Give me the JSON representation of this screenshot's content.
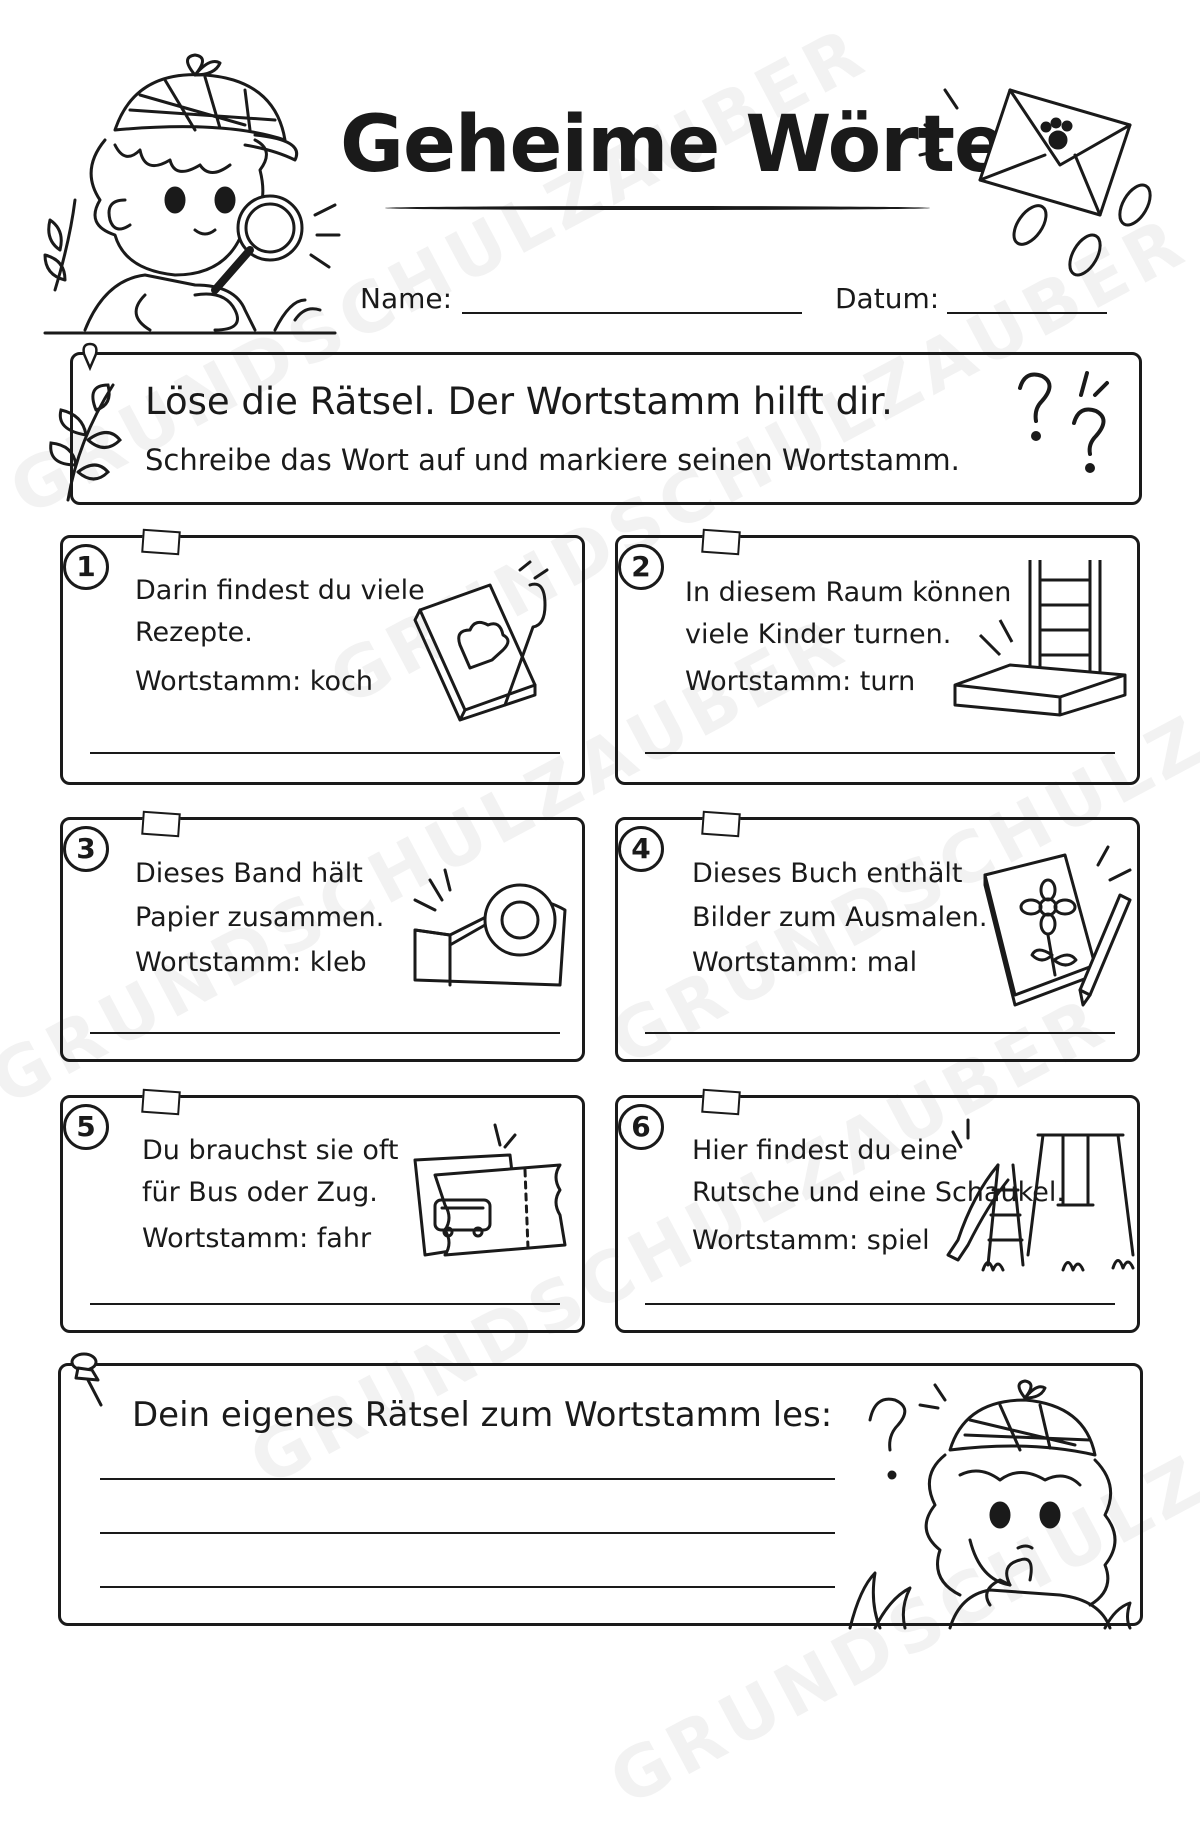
{
  "header": {
    "title": "Geheime Wörter",
    "name_label": "Name:",
    "date_label": "Datum:"
  },
  "instructions": {
    "line1": "Löse die Rätsel. Der Wortstamm hilft dir.",
    "line2": "Schreibe das Wort auf und markiere seinen Wortstamm."
  },
  "riddles": [
    {
      "number": "1",
      "line1": "Darin findest du viele",
      "line2": "Rezepte.",
      "stem": "Wortstamm: koch",
      "icon": "cookbook-icon"
    },
    {
      "number": "2",
      "line1": "In diesem Raum können",
      "line2": "viele Kinder turnen.",
      "stem": "Wortstamm: turn",
      "icon": "gym-ladder-icon"
    },
    {
      "number": "3",
      "line1": "Dieses Band hält",
      "line2": "Papier zusammen.",
      "stem": "Wortstamm: kleb",
      "icon": "tape-dispenser-icon"
    },
    {
      "number": "4",
      "line1": "Dieses Buch enthält",
      "line2": "Bilder zum Ausmalen.",
      "stem": "Wortstamm: mal",
      "icon": "coloring-book-icon"
    },
    {
      "number": "5",
      "line1": "Du brauchst sie oft",
      "line2": "für Bus oder Zug.",
      "stem": "Wortstamm: fahr",
      "icon": "ticket-icon"
    },
    {
      "number": "6",
      "line1": "Hier findest du eine",
      "line2": "Rutsche und eine Schaukel.",
      "stem": "Wortstamm: spiel",
      "icon": "playground-icon"
    }
  ],
  "own_riddle": {
    "title": "Dein eigenes Rätsel zum Wortstamm les:"
  },
  "watermark": "GRUNDSCHULZAUBER"
}
